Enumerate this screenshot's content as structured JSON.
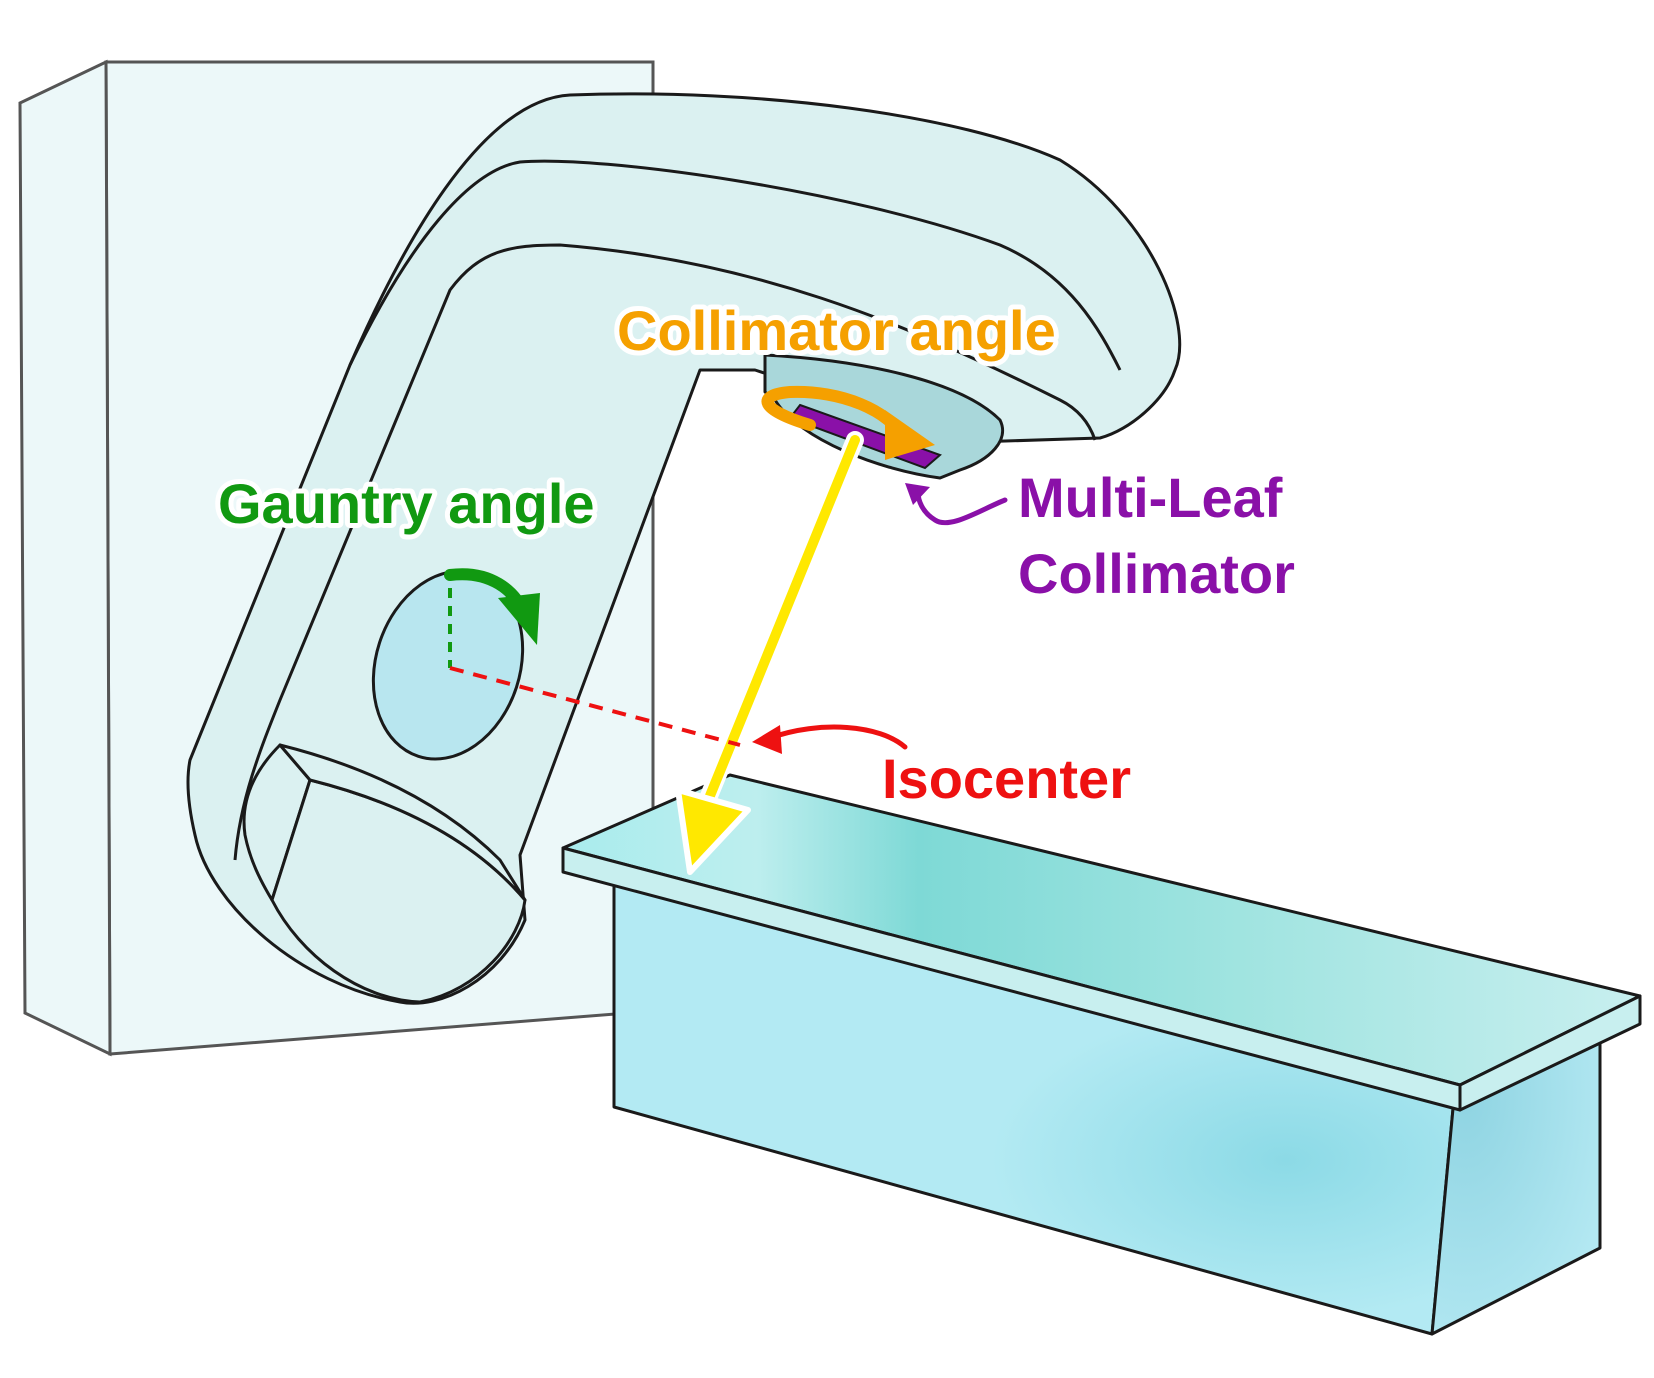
{
  "labels": {
    "gantry_angle": "Gauntry angle",
    "collimator_angle": "Collimator angle",
    "mlc_line1": "Multi-Leaf",
    "mlc_line2": "Collimator",
    "isocenter": "Isocenter"
  },
  "colors": {
    "gantry": "#119911",
    "collimator": "#f5a000",
    "mlc": "#8a10a8",
    "isocenter": "#ee1111",
    "beam": "#ffe800",
    "outline": "#1a1a1a",
    "stand_fill": "#ecf8f9",
    "gantry_fill": "#dbf1f1",
    "couch_fill": "#b3eaf3"
  }
}
